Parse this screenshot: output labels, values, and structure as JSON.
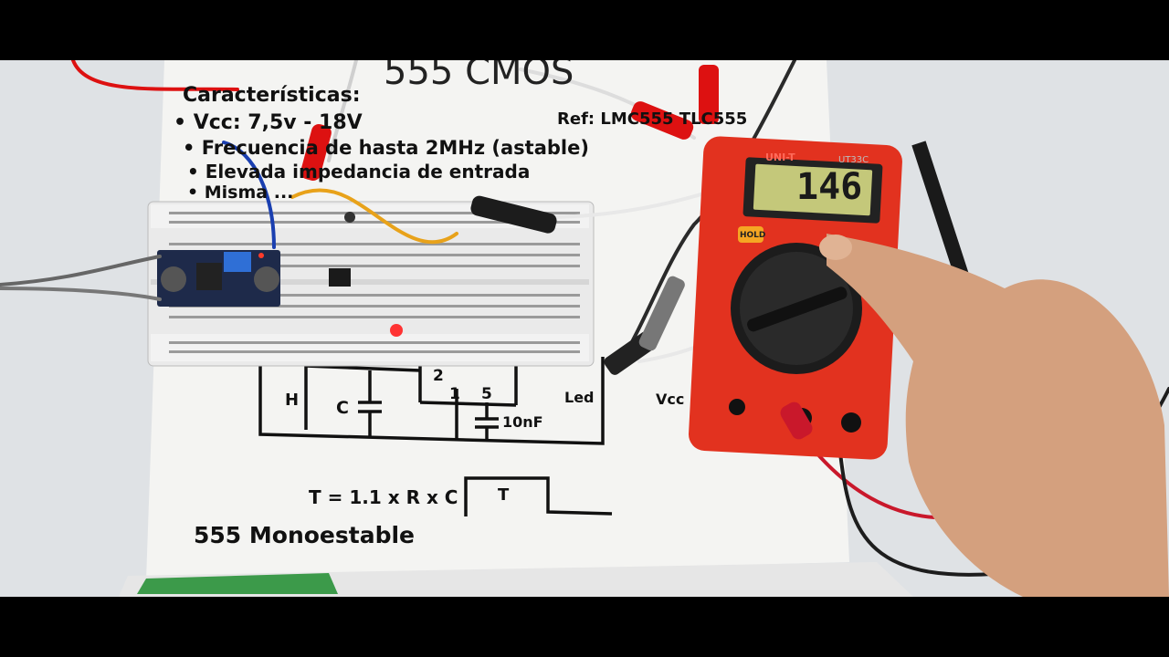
{
  "photo": {
    "subject": "breadboard 555 circuit with multimeter",
    "notes": {
      "title": "555 CMOS",
      "heading": "Características:",
      "line1": "• Vcc: 7,5v - 18V",
      "line2": "• Frecuencia de hasta 2MHz (astable)",
      "line3": "• Elevada impedancia de entrada",
      "line4": "• Misma ...",
      "ref": "Ref: LMC555 TLC555",
      "formula": "T = 1.1 x R x C",
      "pulse_label": "T",
      "footer": "555 Monoestable",
      "cap_c": "C",
      "cap_10nf": "10nF",
      "pin2": "2",
      "pin1": "1",
      "pin5": "5",
      "pin_h": "H",
      "side_led": "Led",
      "side_vcc": "Vcc"
    },
    "multimeter": {
      "brand": "UNI-T",
      "model": "UT33C",
      "reading": "146",
      "hold_label": "HOLD"
    },
    "colors": {
      "meter_body": "#e2321f",
      "lcd": "#c4c87a",
      "paper": "#f4f4f2",
      "wall": "#dfe2e5"
    }
  }
}
